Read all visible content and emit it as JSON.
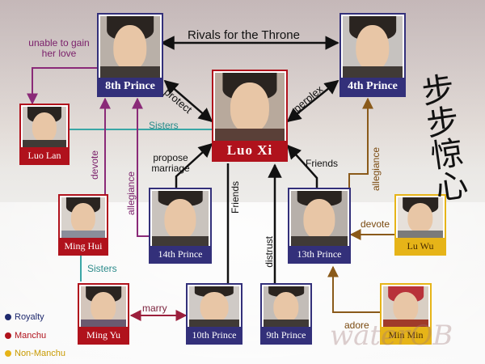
{
  "characters": {
    "prince8": {
      "name": "8th Prince",
      "group": "royalty"
    },
    "prince4": {
      "name": "4th Prince",
      "group": "royalty"
    },
    "luoxi": {
      "name": "Luo Xi",
      "group": "manchu"
    },
    "luolan": {
      "name": "Luo Lan",
      "group": "manchu"
    },
    "minghui": {
      "name": "Ming Hui",
      "group": "manchu"
    },
    "mingyu": {
      "name": "Ming Yu",
      "group": "manchu"
    },
    "prince14": {
      "name": "14th Prince",
      "group": "royalty"
    },
    "prince13": {
      "name": "13th Prince",
      "group": "royalty"
    },
    "prince10": {
      "name": "10th Prince",
      "group": "royalty"
    },
    "prince9": {
      "name": "9th Prince",
      "group": "royalty"
    },
    "luwu": {
      "name": "Lu Wu",
      "group": "nonmanchu"
    },
    "minmin": {
      "name": "Min Min",
      "group": "nonmanchu"
    }
  },
  "relations": {
    "rivals": "Rivals for the Throne",
    "unable": "unable to gain her love",
    "protect": "protect",
    "perplex": "perplex",
    "sisters_top": "Sisters",
    "propose": "propose marriage",
    "friends_13": "Friends",
    "friends_10": "Friends",
    "distrust": "distrust",
    "devote_mh": "devote",
    "allegiance_14": "allegiance",
    "allegiance_13": "allegiance",
    "devote_lw": "devote",
    "sisters_bottom": "Sisters",
    "marry": "marry",
    "adore": "adore"
  },
  "legend": [
    {
      "label": "Royalty",
      "color": "#1f2a6e"
    },
    {
      "label": "Manchu",
      "color": "#b0121c"
    },
    {
      "label": "Non-Manchu",
      "color": "#e6b418"
    }
  ],
  "title_calligraphy": "步步惊心",
  "watermark": "waterOB"
}
